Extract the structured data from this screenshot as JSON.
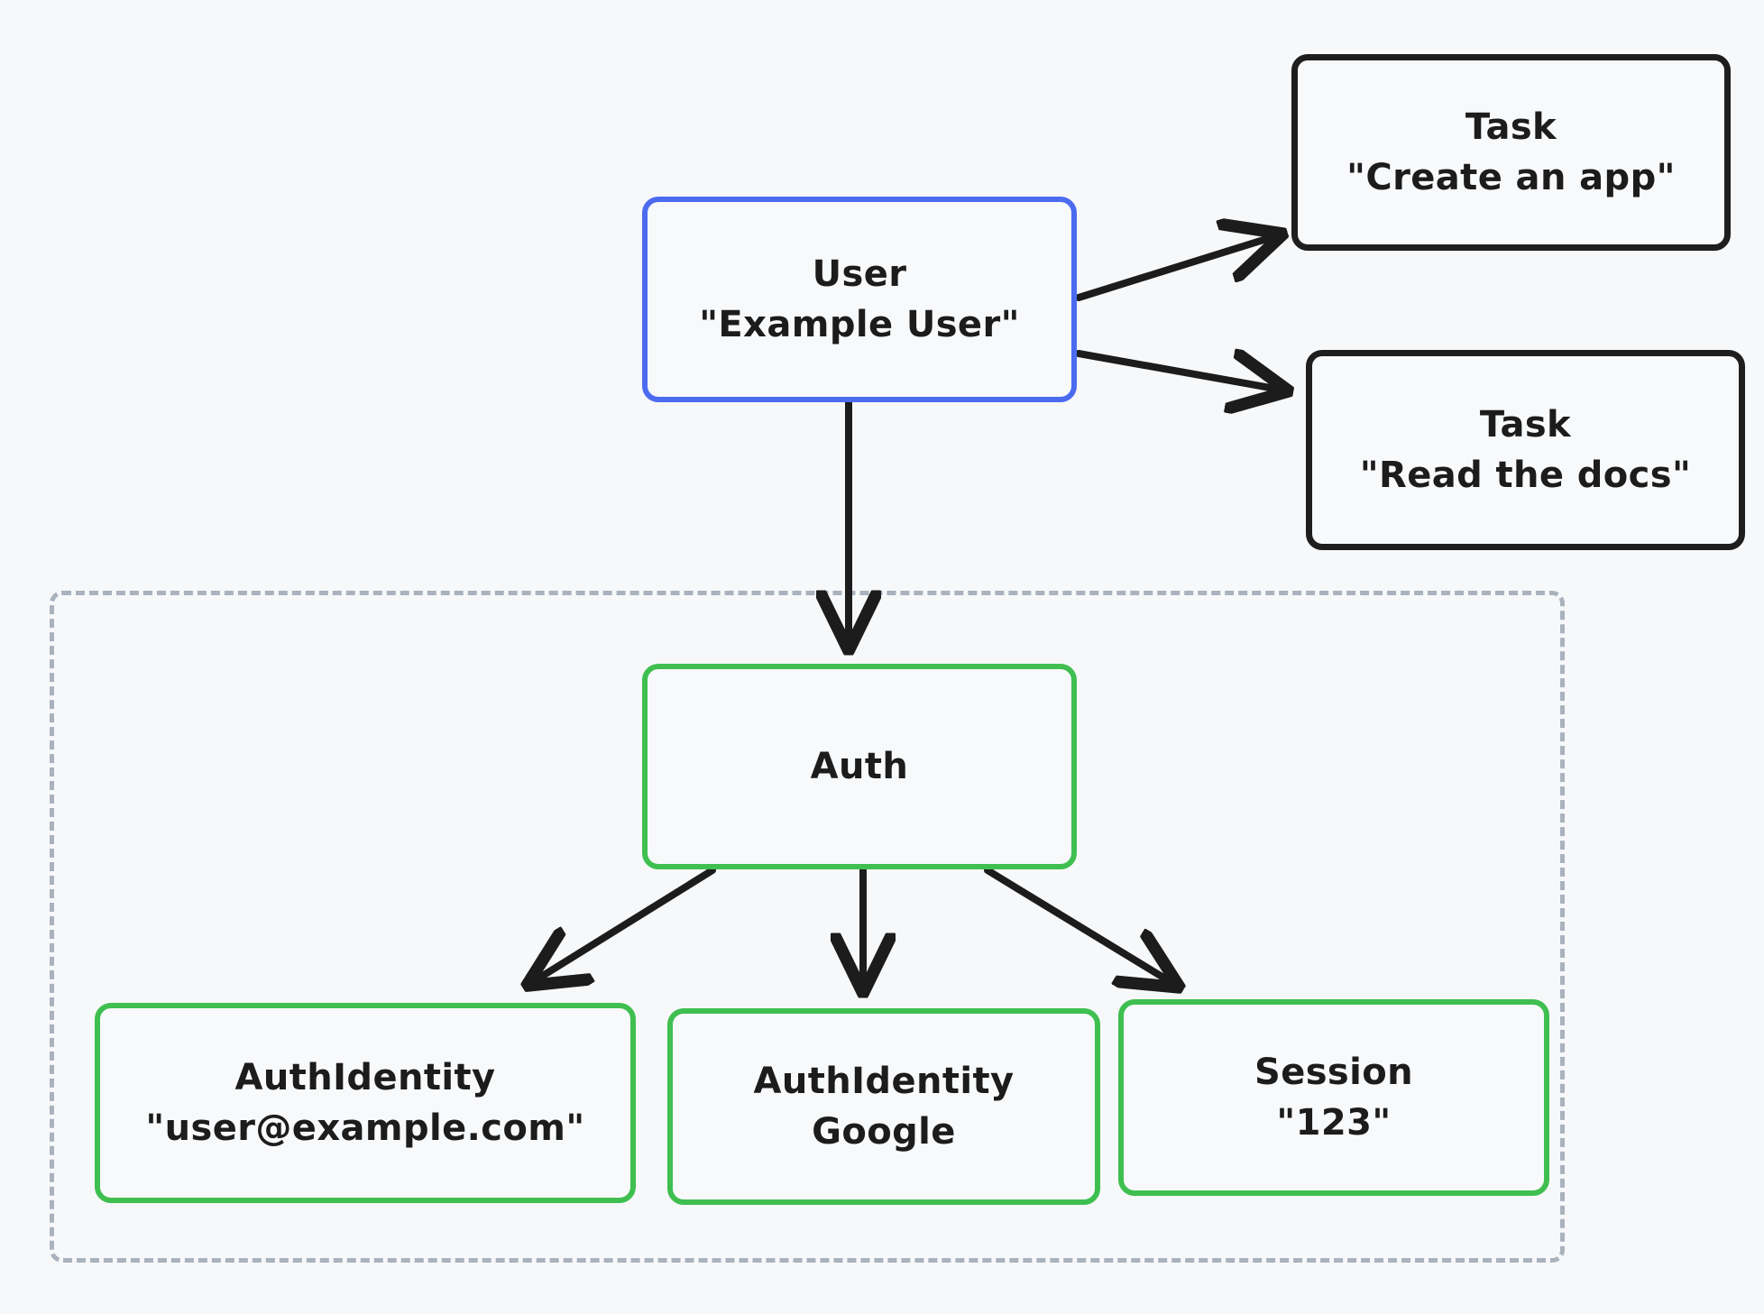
{
  "diagram": {
    "background_color": "#f7f8fa",
    "edge_color": "#1c1c1c",
    "nodes": {
      "user": {
        "title": "User",
        "subtitle": "\"Example User\"",
        "border_color": "#4c6bef"
      },
      "task_create": {
        "title": "Task",
        "subtitle": "\"Create an app\"",
        "border_color": "#1e1e1e"
      },
      "task_read": {
        "title": "Task",
        "subtitle": "\"Read the docs\"",
        "border_color": "#1e1e1e"
      },
      "auth": {
        "title": "Auth",
        "subtitle": "",
        "border_color": "#3fbf50"
      },
      "identity_email": {
        "title": "AuthIdentity",
        "subtitle": "\"user@example.com\"",
        "border_color": "#3fbf50"
      },
      "identity_google": {
        "title": "AuthIdentity",
        "subtitle": "Google",
        "border_color": "#3fbf50"
      },
      "session": {
        "title": "Session",
        "subtitle": "\"123\"",
        "border_color": "#3fbf50"
      }
    },
    "group": {
      "label": "",
      "border_color": "#a9b2bd",
      "border_style": "dashed"
    },
    "edges": [
      {
        "from": "user",
        "to": "task_create",
        "style": "arrow"
      },
      {
        "from": "user",
        "to": "task_read",
        "style": "arrow"
      },
      {
        "from": "user",
        "to": "auth",
        "style": "arrow"
      },
      {
        "from": "auth",
        "to": "identity_email",
        "style": "arrow"
      },
      {
        "from": "auth",
        "to": "identity_google",
        "style": "arrow"
      },
      {
        "from": "auth",
        "to": "session",
        "style": "arrow"
      }
    ]
  }
}
